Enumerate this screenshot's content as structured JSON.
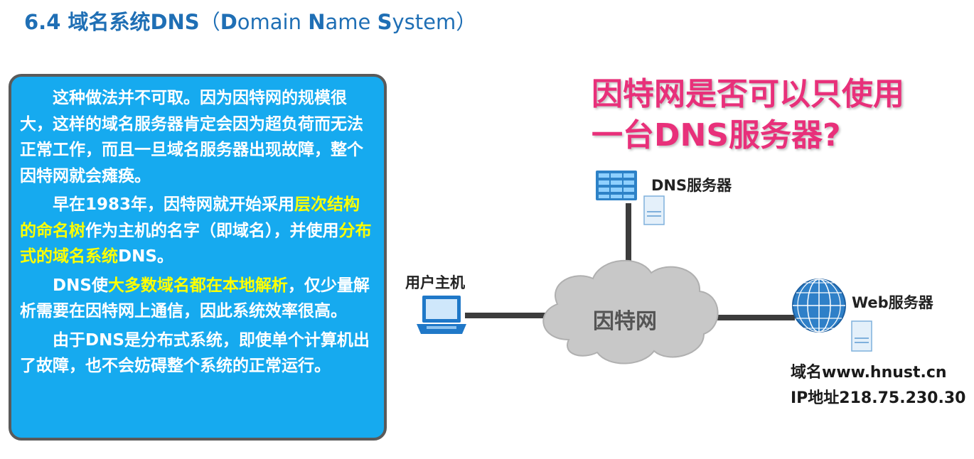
{
  "title": {
    "number": "6.4 域名系统DNS",
    "paren_open": "（",
    "d_cap": "D",
    "d_rest": "omain ",
    "n_cap": "N",
    "n_rest": "ame ",
    "s_cap": "S",
    "s_rest": "ystem",
    "paren_close": "）"
  },
  "explanation": {
    "p1": "这种做法并不可取。因为因特网的规模很大，这样的域名服务器肯定会因为超负荷而无法正常工作，而且一旦域名服务器出现故障，整个因特网就会瘫痪。",
    "p2_a": "早在1983年，因特网就开始采用",
    "p2_hl1": "层次结构的命名树",
    "p2_b": "作为主机的名字（即域名），并使用",
    "p2_hl2": "分布式的域名系统",
    "p2_c": "DNS。",
    "p3_a": "DNS使",
    "p3_hl": "大多数域名都在本地解析",
    "p3_b": "，仅少量解析需要在因特网上通信，因此系统效率很高。",
    "p4": "由于DNS是分布式系统，即使单个计算机出了故障，也不会妨碍整个系统的正常运行。"
  },
  "question": {
    "line1": "因特网是否可以只使用",
    "line2": "一台DNS服务器?"
  },
  "diagram": {
    "dns_server_label": "DNS服务器",
    "user_host_label": "用户主机",
    "internet_label": "因特网",
    "web_server_label": "Web服务器",
    "domain_line": "域名www.hnust.cn",
    "ip_line": "IP地址218.75.230.30"
  },
  "colors": {
    "title_blue": "#1f6fb5",
    "box_blue": "#16aaef",
    "highlight_yellow": "#ffff00",
    "question_pink": "#e8307a"
  }
}
